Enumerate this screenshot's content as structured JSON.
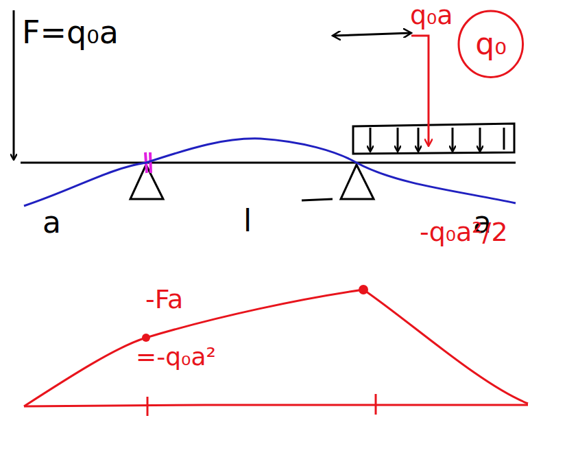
{
  "diagram": {
    "nodes": [
      {
        "text": [
          "q₀"
        ]
      }
    ],
    "labels": [
      "F=q₀a",
      "q₀a",
      "a",
      "l",
      "a",
      "-Fa",
      "=-q₀a²",
      "-q₀a²/2"
    ]
  }
}
